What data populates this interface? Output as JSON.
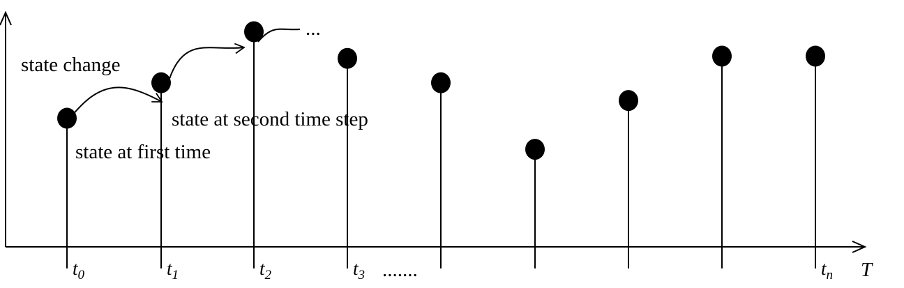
{
  "diagram": {
    "x_axis_label": "T",
    "ticks": [
      {
        "base": "t",
        "sub": "0"
      },
      {
        "base": "t",
        "sub": "1"
      },
      {
        "base": "t",
        "sub": "2"
      },
      {
        "base": "t",
        "sub": "3"
      },
      {
        "base": "",
        "sub": ""
      },
      {
        "base": "",
        "sub": ""
      },
      {
        "base": "",
        "sub": ""
      },
      {
        "base": "",
        "sub": ""
      },
      {
        "base": "t",
        "sub": "n"
      }
    ],
    "tick_ellipsis": ".......",
    "continuation": "...",
    "annotations": {
      "state_change": "state change",
      "state_first": "state at first time",
      "state_second": "state at second time step"
    },
    "states": [
      0.58,
      0.74,
      0.97,
      0.85,
      0.74,
      0.44,
      0.66,
      0.86,
      0.86
    ]
  }
}
